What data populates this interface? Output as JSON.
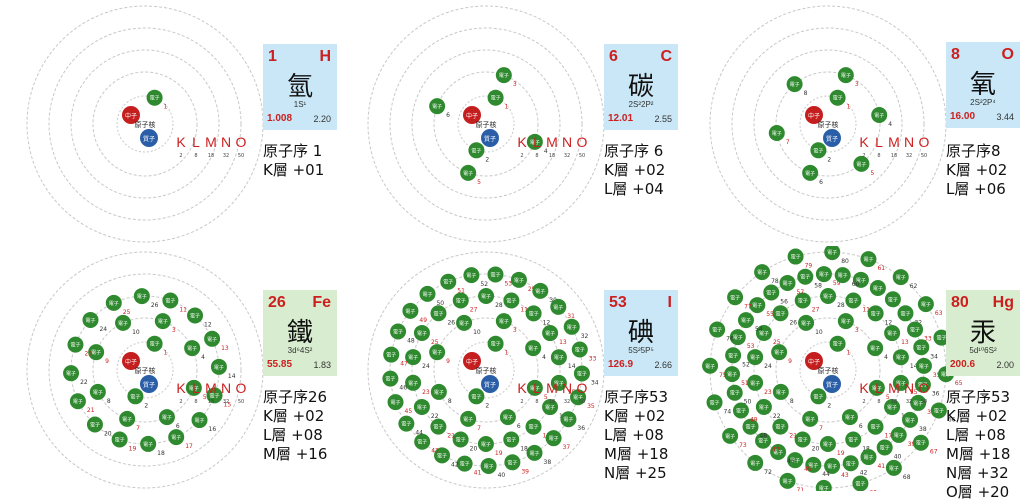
{
  "labels": {
    "nucleus": "原子核",
    "proton": "中子",
    "neutron": "質子",
    "electron": "電子",
    "shells": [
      "K",
      "L",
      "M",
      "N",
      "O"
    ],
    "capacities": [
      "2",
      "8",
      "18",
      "32",
      "50"
    ]
  },
  "panels": [
    {
      "id": "h",
      "number": "1",
      "symbol": "H",
      "name": "氫",
      "config": "1S¹",
      "mass": "1.008",
      "eneg": "2.20",
      "card": "blue",
      "info": [
        "原子序 1",
        "K層 +01"
      ],
      "shells": [
        1
      ]
    },
    {
      "id": "c",
      "number": "6",
      "symbol": "C",
      "name": "碳",
      "config": "2S²2P²",
      "mass": "12.01",
      "eneg": "2.55",
      "card": "blue",
      "info": [
        "原子序 6",
        "K層 +02",
        "L層 +04"
      ],
      "shells": [
        2,
        4
      ]
    },
    {
      "id": "o",
      "number": "8",
      "symbol": "O",
      "name": "氧",
      "config": "2S²2P⁴",
      "mass": "16.00",
      "eneg": "3.44",
      "card": "blue",
      "info": [
        "原子序8",
        "K層 +02",
        "L層 +06"
      ],
      "shells": [
        2,
        6
      ]
    },
    {
      "id": "fe",
      "number": "26",
      "symbol": "Fe",
      "name": "鐵",
      "config": "3d⁶4S²",
      "mass": "55.85",
      "eneg": "1.83",
      "card": "green",
      "info": [
        "原子序26",
        "K層 +02",
        "L層 +08",
        "M層 +16"
      ],
      "shells": [
        2,
        8,
        16
      ]
    },
    {
      "id": "i",
      "number": "53",
      "symbol": "I",
      "name": "碘",
      "config": "5S²5P⁵",
      "mass": "126.9",
      "eneg": "2.66",
      "card": "blue",
      "info": [
        "原子序53",
        "K層 +02",
        "L層 +08",
        "M層 +18",
        "N層 +25"
      ],
      "shells": [
        2,
        8,
        18,
        25
      ]
    },
    {
      "id": "hg",
      "number": "80",
      "symbol": "Hg",
      "name": "汞",
      "config": "5d¹⁰6S²",
      "mass": "200.6",
      "eneg": "2.00",
      "card": "green",
      "info": [
        "原子序53",
        "K層 +02",
        "L層 +08",
        "M層 +18",
        "N層 +32",
        "O層 +20"
      ],
      "shells": [
        2,
        8,
        18,
        32,
        20
      ]
    }
  ],
  "colors": {
    "electron": "#2f8a2f",
    "proton": "#c41e1e",
    "neutron": "#2a5fa8",
    "label": "#cc1f1f"
  }
}
